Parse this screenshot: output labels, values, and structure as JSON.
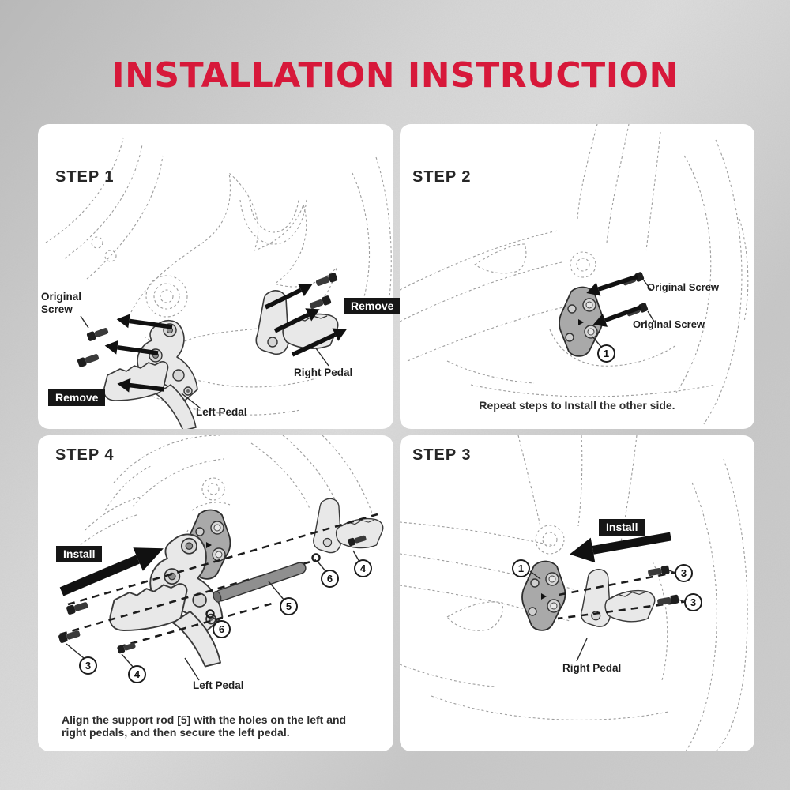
{
  "title": "INSTALLATION INSTRUCTION",
  "colors": {
    "accent_red": "#d7183a",
    "badge_black": "#161616",
    "panel_white": "#ffffff"
  },
  "step1": {
    "heading": "STEP 1",
    "original_screw_label": "Original Screw",
    "remove_badge_left": "Remove",
    "remove_badge_right": "Remove",
    "left_pedal_label": "Left Pedal",
    "right_pedal_label": "Right Pedal"
  },
  "step2": {
    "heading": "STEP 2",
    "original_screw_label_top": "Original Screw",
    "original_screw_label_bottom": "Original Screw",
    "callout_1": "1",
    "caption": "Repeat steps to Install the other side."
  },
  "step3": {
    "heading": "STEP 3",
    "install_badge": "Install",
    "callout_1": "1",
    "callout_3_top": "3",
    "callout_3_bottom": "3",
    "right_pedal_label": "Right Pedal"
  },
  "step4": {
    "heading": "STEP 4",
    "install_badge": "Install",
    "callout_3": "3",
    "callout_4_left": "4",
    "callout_4_right": "4",
    "callout_5": "5",
    "callout_6_lower": "6",
    "callout_6_upper": "6",
    "left_pedal_label": "Left Pedal",
    "caption_line1": "Align the support rod [5] with the holes on the left and",
    "caption_line2": "right pedals, and then secure the left pedal."
  }
}
